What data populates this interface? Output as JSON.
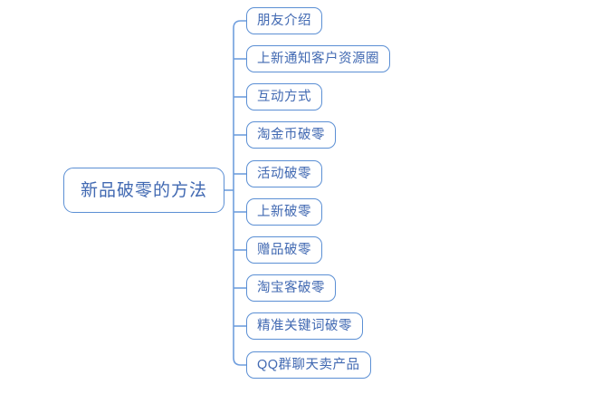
{
  "diagram": {
    "type": "mind-map",
    "orientation": "left-to-right",
    "background_color": "#ffffff",
    "node_border_color": "#5b8fd4",
    "node_fill_color": "#ffffff",
    "node_text_color": "#4169b2",
    "connector_color": "#6f9ede",
    "root": {
      "label": "新品破零的方法"
    },
    "children": [
      {
        "label": "朋友介绍"
      },
      {
        "label": "上新通知客户资源圈"
      },
      {
        "label": "互动方式"
      },
      {
        "label": "淘金币破零"
      },
      {
        "label": "活动破零"
      },
      {
        "label": "上新破零"
      },
      {
        "label": "赠品破零"
      },
      {
        "label": "淘宝客破零"
      },
      {
        "label": "精准关键词破零"
      },
      {
        "label": "QQ群聊天卖产品"
      }
    ]
  }
}
